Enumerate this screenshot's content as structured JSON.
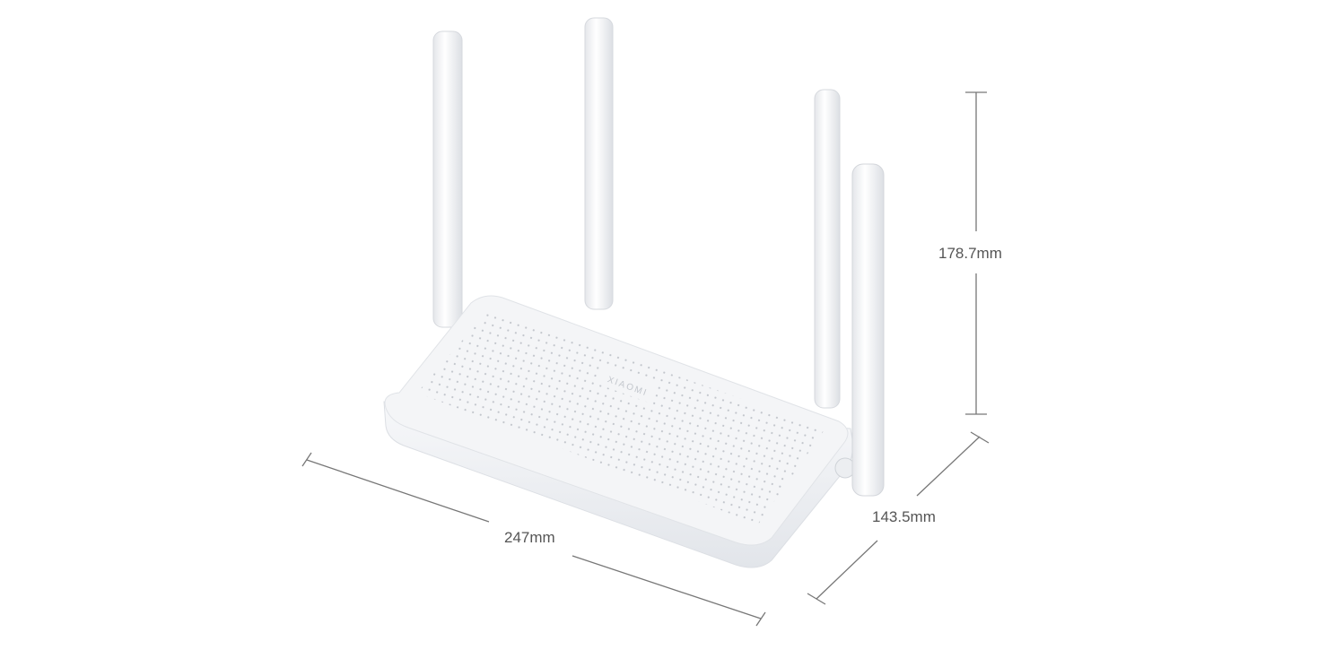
{
  "product": {
    "logo_text": "Xiaomi",
    "body_color": "#f2f3f6",
    "line_color": "#666666"
  },
  "dimensions": {
    "height": "178.7mm",
    "depth": "143.5mm",
    "width": "247mm"
  }
}
